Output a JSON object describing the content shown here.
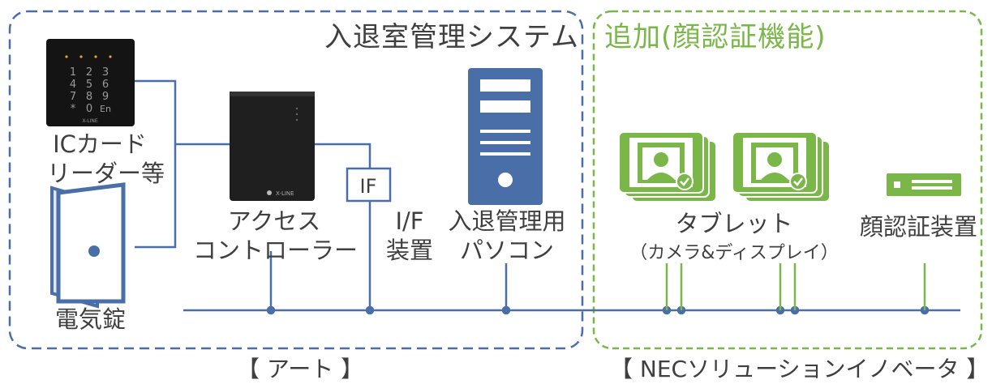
{
  "colors": {
    "blue": "#4a6fa8",
    "green": "#7ab648",
    "text": "#3f3f3f"
  },
  "sections": {
    "left_title": "入退室管理システム",
    "right_title": "追加(顔認証機能)"
  },
  "devices": {
    "card_reader": {
      "label_line1": "ICカード",
      "label_line2": "リーダー等",
      "keypad": [
        "1",
        "2",
        "3",
        "4",
        "5",
        "6",
        "7",
        "8",
        "9",
        "*",
        "0",
        "En"
      ],
      "brand": "X-LINE"
    },
    "electric_lock": {
      "label": "電気錠"
    },
    "access_controller": {
      "label_line1": "アクセス",
      "label_line2": "コントローラー",
      "brand": "X-LINE"
    },
    "if_box": {
      "text": "IF"
    },
    "if_device": {
      "label_line1": "I/F",
      "label_line2": "装置"
    },
    "pc": {
      "label_line1": "入退管理用",
      "label_line2": "パソコン"
    },
    "tablet": {
      "label_line1": "タブレット",
      "label_line2": "（カメラ&ディスプレイ）"
    },
    "face_device": {
      "label": "顔認証装置"
    }
  },
  "footer": {
    "left_company": "【 アート 】",
    "right_company": "【 NECソリューションイノベータ 】"
  },
  "icons": [
    "keypad-reader-icon",
    "door-icon",
    "controller-icon",
    "server-pc-icon",
    "tablet-face-icon",
    "face-auth-device-icon"
  ]
}
